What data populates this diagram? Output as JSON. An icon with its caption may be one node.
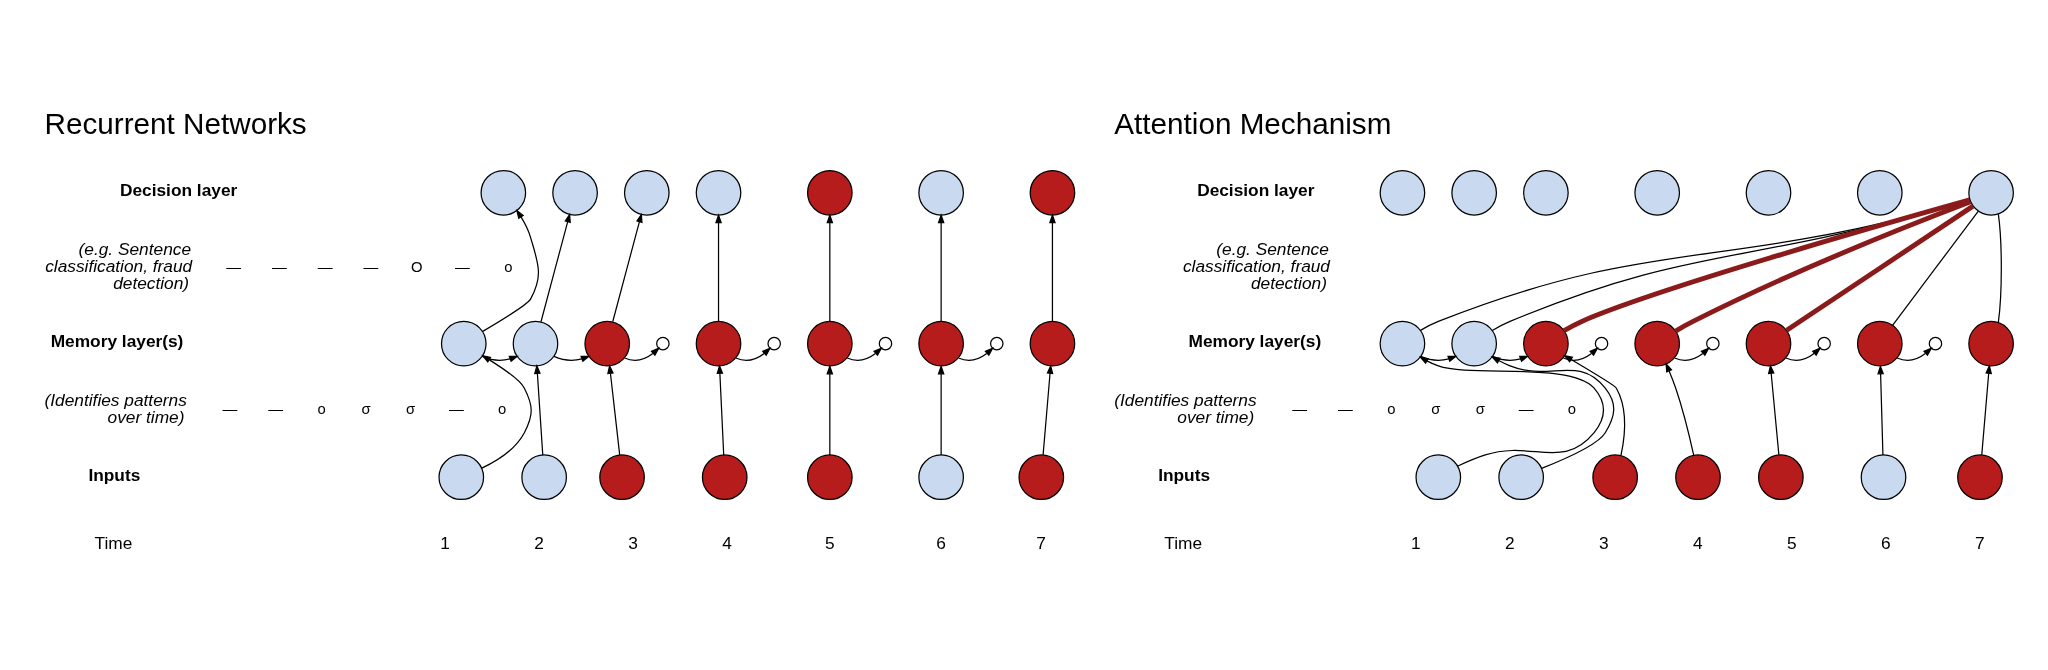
{
  "diagram": {
    "nodes": [
      {
        "text": [],
        "shape": "circle"
      },
      {
        "text": [],
        "shape": "circle"
      },
      {
        "text": [],
        "shape": "circle"
      },
      {
        "text": [],
        "shape": "circle"
      },
      {
        "text": [],
        "shape": "circle"
      },
      {
        "text": [],
        "shape": "circle"
      },
      {
        "text": [],
        "shape": "circle"
      },
      {
        "text": [],
        "shape": "circle"
      },
      {
        "text": [],
        "shape": "circle"
      },
      {
        "text": [],
        "shape": "circle"
      },
      {
        "text": [],
        "shape": "circle"
      },
      {
        "text": [],
        "shape": "circle"
      },
      {
        "text": [],
        "shape": "circle"
      },
      {
        "text": [],
        "shape": "circle"
      },
      {
        "text": [],
        "shape": "circle"
      },
      {
        "text": [],
        "shape": "circle"
      },
      {
        "text": [],
        "shape": "circle"
      },
      {
        "text": [],
        "shape": "circle"
      },
      {
        "text": [],
        "shape": "circle"
      },
      {
        "text": [],
        "shape": "circle"
      },
      {
        "text": [],
        "shape": "circle"
      },
      {
        "text": [],
        "shape": "circle"
      },
      {
        "text": [],
        "shape": "circle"
      },
      {
        "text": [],
        "shape": "circle"
      },
      {
        "text": [],
        "shape": "circle"
      },
      {
        "text": [],
        "shape": "circle"
      },
      {
        "text": [],
        "shape": "circle"
      },
      {
        "text": [],
        "shape": "circle"
      },
      {
        "text": [],
        "shape": "circle"
      },
      {
        "text": [],
        "shape": "circle"
      },
      {
        "text": [],
        "shape": "circle"
      },
      {
        "text": [],
        "shape": "circle"
      },
      {
        "text": [],
        "shape": "circle"
      },
      {
        "text": [],
        "shape": "circle"
      },
      {
        "text": [],
        "shape": "circle"
      },
      {
        "text": [],
        "shape": "circle"
      },
      {
        "text": [],
        "shape": "circle"
      },
      {
        "text": [],
        "shape": "circle"
      },
      {
        "text": [],
        "shape": "circle"
      },
      {
        "text": [],
        "shape": "circle"
      },
      {
        "text": [],
        "shape": "circle"
      },
      {
        "text": [],
        "shape": "circle"
      },
      {
        "text": [],
        "shape": "circle"
      },
      {
        "text": [],
        "shape": "circle"
      },
      {
        "text": [],
        "shape": "circle"
      },
      {
        "text": [],
        "shape": "circle"
      },
      {
        "text": [],
        "shape": "circle"
      },
      {
        "text": [],
        "shape": "circle"
      },
      {
        "text": [],
        "shape": "circle"
      },
      {
        "text": [],
        "shape": "circle"
      }
    ],
    "edges": [
      {
        "from": 18,
        "to": 7,
        "arrow": "to"
      },
      {
        "from": 19,
        "to": 8,
        "arrow": "to"
      },
      {
        "from": 20,
        "to": 9,
        "arrow": "to"
      },
      {
        "from": 21,
        "to": 11,
        "arrow": "to"
      },
      {
        "from": 22,
        "to": 13,
        "arrow": "to"
      },
      {
        "from": 23,
        "to": 15,
        "arrow": "to"
      },
      {
        "from": 24,
        "to": 17,
        "arrow": "to"
      },
      {
        "from": 7,
        "to": 0,
        "arrow": "to"
      },
      {
        "from": 8,
        "to": 1,
        "arrow": "to"
      },
      {
        "from": 9,
        "to": 2,
        "arrow": "to"
      },
      {
        "from": 11,
        "to": 3,
        "arrow": "to"
      },
      {
        "from": 13,
        "to": 4,
        "arrow": "to"
      },
      {
        "from": 15,
        "to": 5,
        "arrow": "to"
      },
      {
        "from": 17,
        "to": 6,
        "arrow": "to"
      },
      {
        "from": 7,
        "to": 8,
        "arrow": "to"
      },
      {
        "from": 8,
        "to": 9,
        "arrow": "to"
      },
      {
        "from": 9,
        "to": 10,
        "arrow": "to"
      },
      {
        "from": 11,
        "to": 12,
        "arrow": "to"
      },
      {
        "from": 13,
        "to": 14,
        "arrow": "to"
      },
      {
        "from": 15,
        "to": 16,
        "arrow": "to"
      },
      {
        "from": 43,
        "to": 32,
        "arrow": "to"
      },
      {
        "from": 44,
        "to": 33,
        "arrow": "to"
      },
      {
        "from": 45,
        "to": 34,
        "arrow": "to"
      },
      {
        "from": 46,
        "to": 36,
        "arrow": "to"
      },
      {
        "from": 47,
        "to": 38,
        "arrow": "to"
      },
      {
        "from": 48,
        "to": 40,
        "arrow": "to"
      },
      {
        "from": 49,
        "to": 42,
        "arrow": "to"
      },
      {
        "from": 32,
        "to": 33,
        "arrow": "to"
      },
      {
        "from": 33,
        "to": 34,
        "arrow": "to"
      },
      {
        "from": 34,
        "to": 35,
        "arrow": "to"
      },
      {
        "from": 36,
        "to": 37,
        "arrow": "to"
      },
      {
        "from": 38,
        "to": 39,
        "arrow": "to"
      },
      {
        "from": 40,
        "to": 41,
        "arrow": "to"
      },
      {
        "from": 32,
        "to": 31,
        "arrow": "none"
      },
      {
        "from": 33,
        "to": 31,
        "arrow": "none"
      },
      {
        "from": 34,
        "to": 31,
        "arrow": "none",
        "style": "thick",
        "color": "#8b1a1a"
      },
      {
        "from": 36,
        "to": 31,
        "arrow": "none",
        "style": "thick",
        "color": "#8b1a1a"
      },
      {
        "from": 38,
        "to": 31,
        "arrow": "none",
        "style": "thick",
        "color": "#8b1a1a"
      },
      {
        "from": 40,
        "to": 31,
        "arrow": "none"
      },
      {
        "from": 42,
        "to": 31,
        "arrow": "none"
      }
    ],
    "labels": [
      "Recurrent Networks",
      "Decision layer",
      "(e.g. Sentence classification, fraud detection)",
      "—",
      "—",
      "—",
      "—",
      "O",
      "—",
      "o",
      "Memory layer(s)",
      "(Identifies patterns over time)",
      "—",
      "—",
      "o",
      "σ",
      "σ",
      "—",
      "o",
      "Inputs",
      "Time",
      "1",
      "2",
      "3",
      "4",
      "5",
      "6",
      "7",
      "Attention Mechanism",
      "Decision layer",
      "(e.g. Sentence classification, fraud detection)",
      "Memory layer(s)",
      "(Identifies patterns over time)",
      "—",
      "—",
      "o",
      "σ",
      "σ",
      "—",
      "o",
      "Inputs",
      "Time",
      "1",
      "2",
      "3",
      "4",
      "5",
      "6",
      "7"
    ]
  }
}
